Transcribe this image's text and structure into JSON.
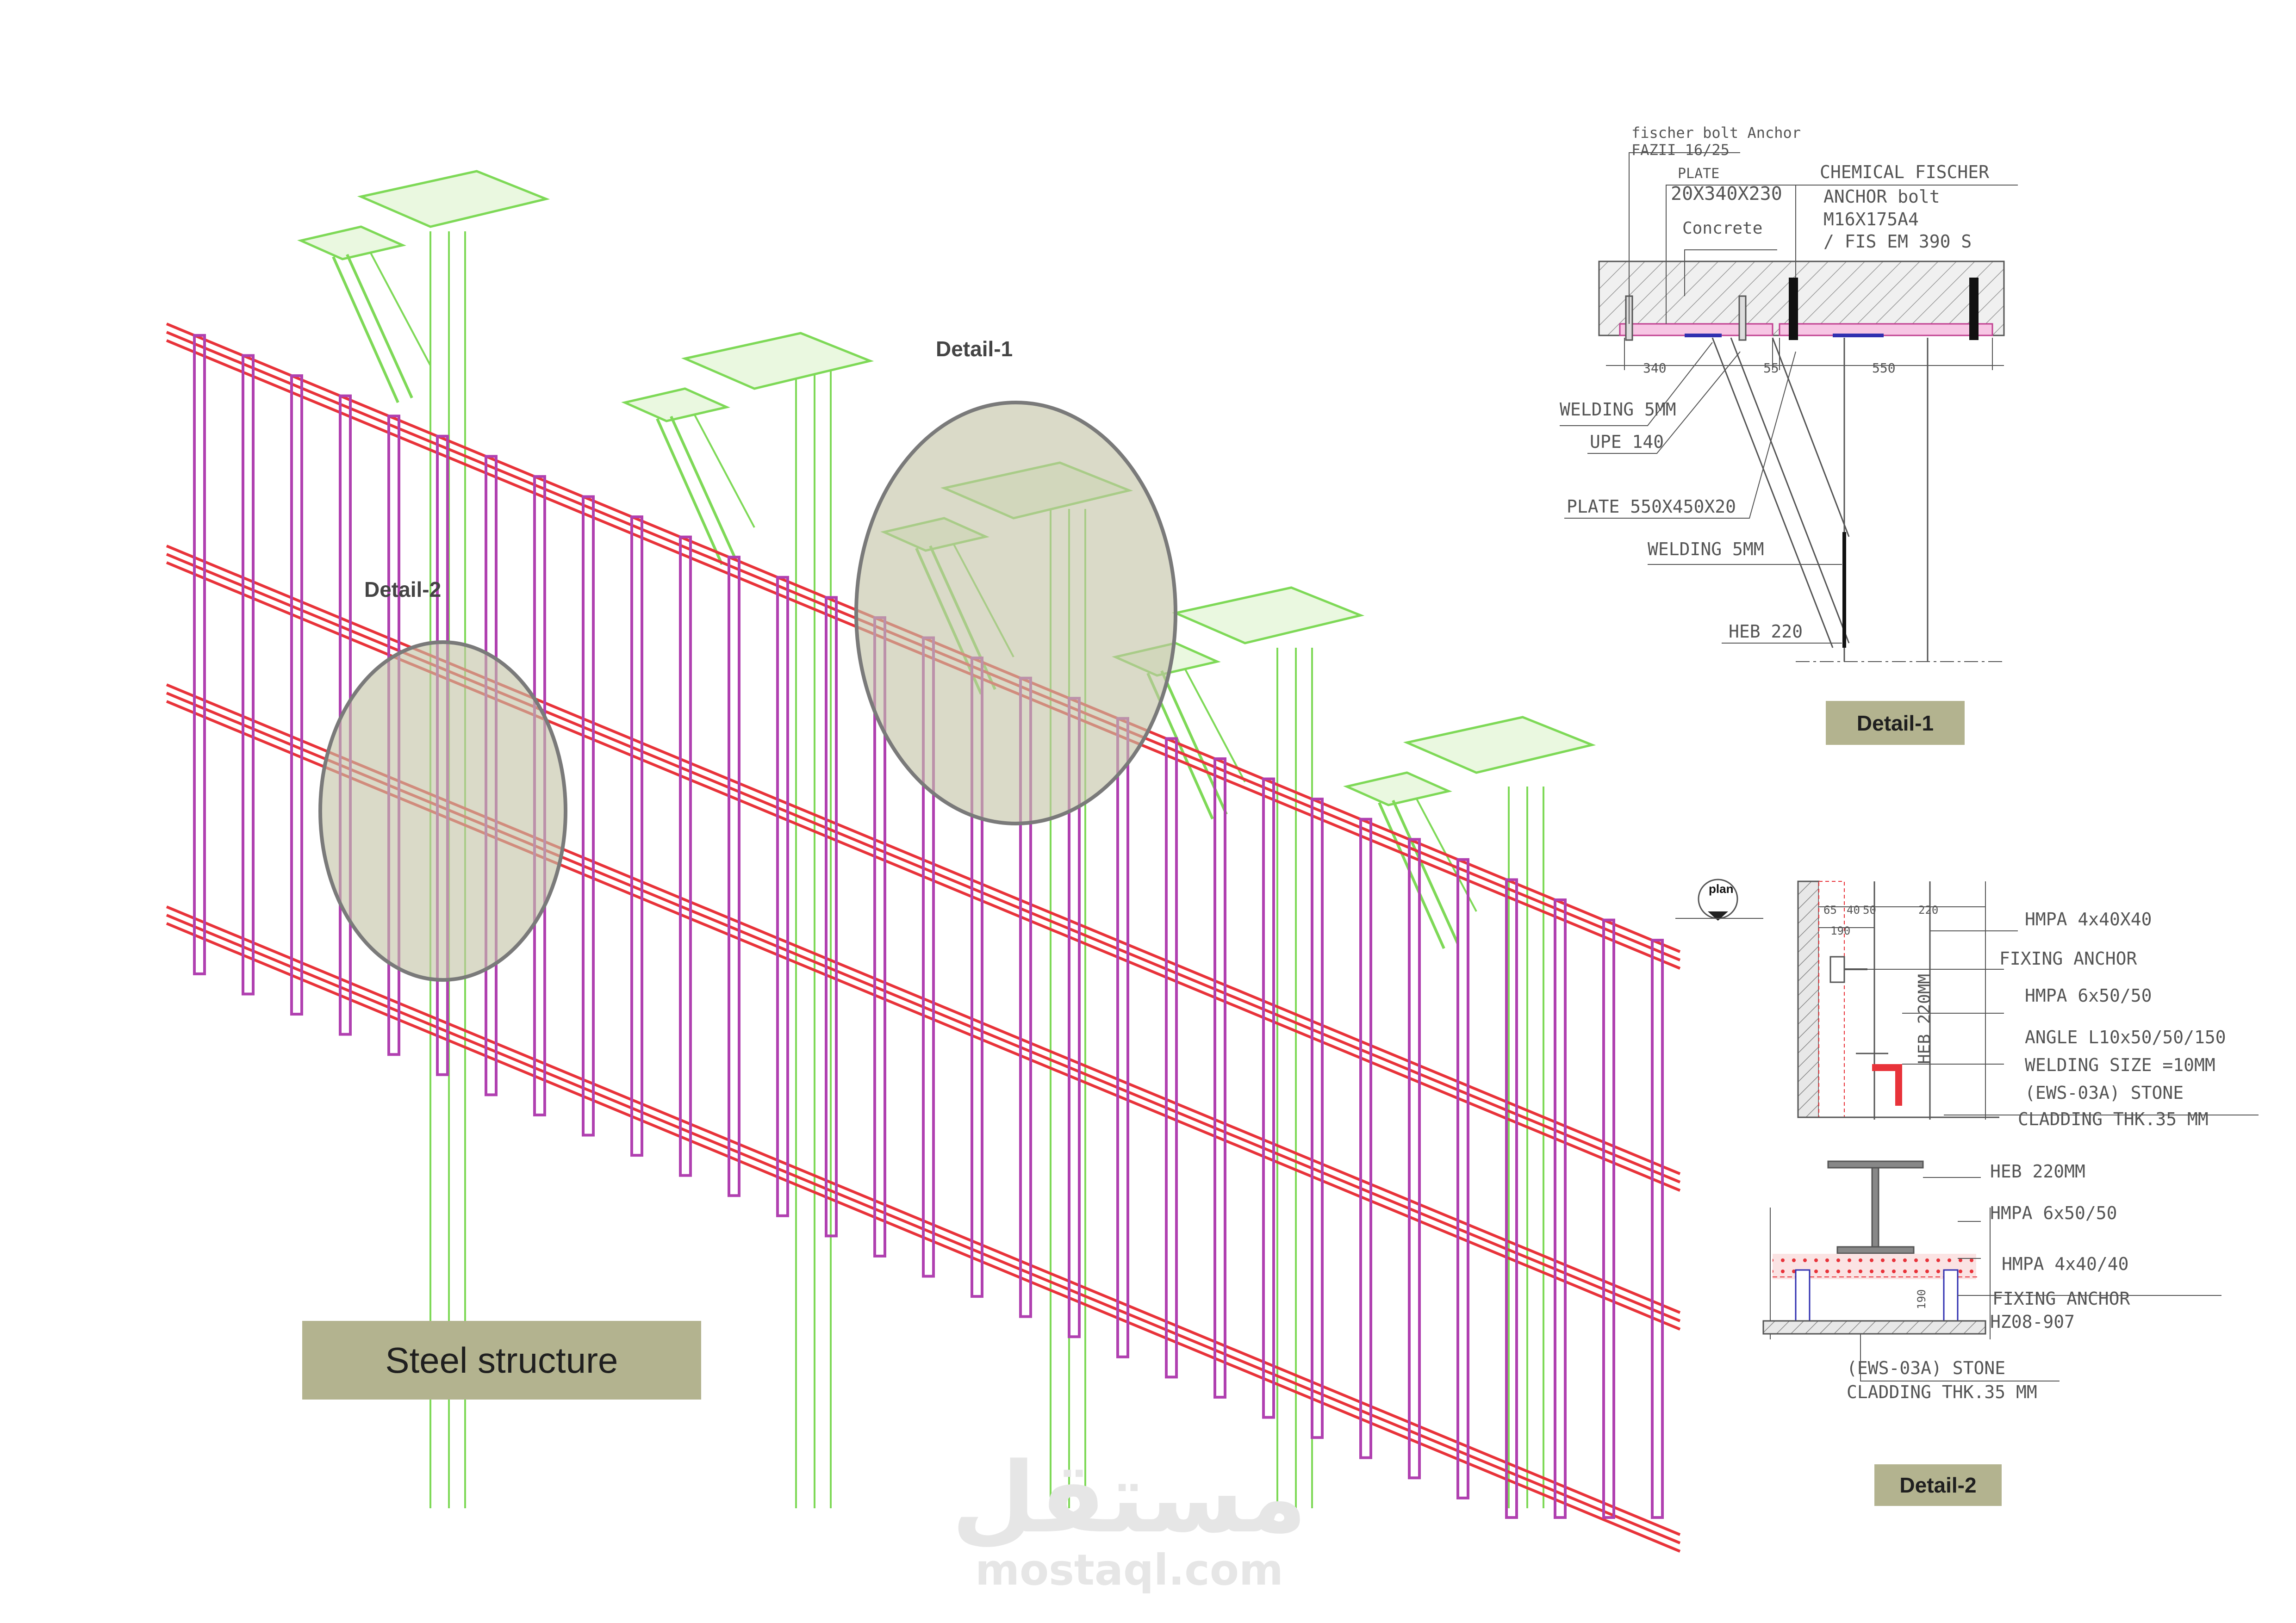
{
  "labels": {
    "steel_structure": "Steel structure",
    "detail1_box": "Detail-1",
    "detail2_box": "Detail-2",
    "detail1_callout": "Detail-1",
    "detail2_callout": "Detail-2"
  },
  "detail1": {
    "notes": [
      "fischer bolt Anchor",
      "FAZII 16/25",
      "PLATE",
      "20X340X230",
      "Concrete",
      "CHEMICAL FISCHER",
      "ANCHOR bolt",
      "M16X175A4",
      "/ FIS EM 390 S",
      "WELDING 5MM",
      "UPE 140",
      "PLATE 550X450X20",
      "WELDING 5MM",
      "HEB 220"
    ],
    "dims": [
      "340",
      "55",
      "550"
    ]
  },
  "detail2_plan": {
    "plan_label": "plan",
    "notes": [
      "HMPA 4x40X40",
      "FIXING ANCHOR",
      "HMPA 6x50/50",
      "ANGLE L10x50/50/150",
      "WELDING SIZE =10MM",
      "(EWS-03A) STONE",
      "CLADDING THK.35 MM"
    ],
    "dims": [
      "65",
      "40",
      "50",
      "220",
      "190"
    ],
    "vertical_label": "HEB 220MM"
  },
  "detail2_section": {
    "notes": [
      "HEB 220MM",
      "HMPA 6x50/50",
      "HMPA 4x40/40",
      "FIXING ANCHOR",
      "HZ08-907",
      "(EWS-03A) STONE",
      "CLADDING THK.35 MM"
    ],
    "dims": [
      "190"
    ]
  },
  "watermark": {
    "arabic": "مستقل",
    "latin": "mostaql.com"
  },
  "colors": {
    "steel_red": "#e8333a",
    "mullion_magenta": "#b040b0",
    "bracket_green": "#7ed957",
    "bracket_fill": "#eaf8e0",
    "highlight": "#c4c4a6",
    "label_box": "#b3b38f",
    "cad_grey": "#555555"
  }
}
